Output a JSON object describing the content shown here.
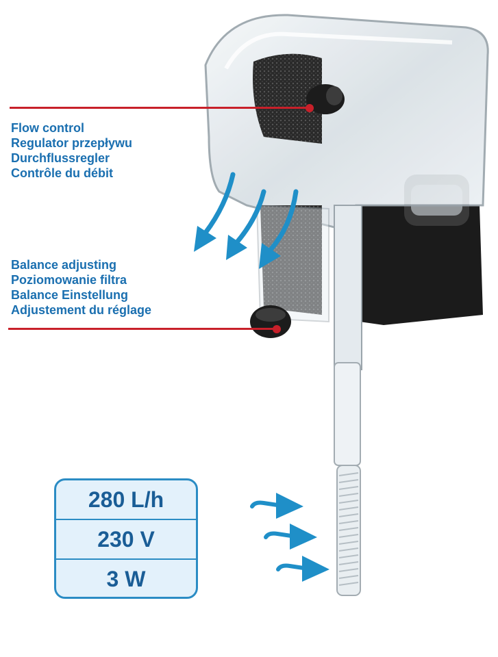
{
  "flow_control": {
    "labels": [
      "Flow control",
      "Regulator przepływu",
      "Durchflussregler",
      "Contrôle du débit"
    ]
  },
  "balance": {
    "labels": [
      "Balance adjusting",
      "Poziomowanie filtra",
      "Balance Einstellung",
      "Adjustement du réglage"
    ]
  },
  "specs": {
    "flow_rate": "280 L/h",
    "voltage": "230 V",
    "power": "3 W"
  },
  "colors": {
    "label_blue": "#1a6fb0",
    "leader_red": "#c8202a",
    "arrow_blue": "#1f8fc8",
    "spec_border": "#2b8cc4"
  }
}
